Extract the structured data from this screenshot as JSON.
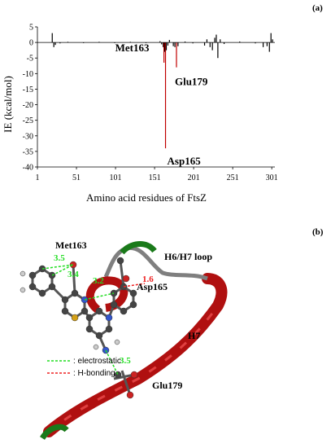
{
  "panels": {
    "a": "(a)",
    "b": "(b)"
  },
  "colors": {
    "positive_bar": "#000000",
    "negative_bar": "#000000",
    "highlight_bar": "#c00000",
    "electrostatic": "#22dd22",
    "hbond": "#ee2222",
    "helix": "#b01010",
    "loop": "#1a7a1a"
  },
  "chart_data": {
    "type": "bar",
    "title": "",
    "xlabel": "Amino acid residues of FtsZ",
    "ylabel": "IE (kcal/mol)",
    "xlim": [
      1,
      305
    ],
    "ylim": [
      -40,
      5
    ],
    "xticks": [
      1,
      51,
      101,
      151,
      201,
      251,
      301
    ],
    "yticks": [
      5,
      0,
      -5,
      -10,
      -15,
      -20,
      -25,
      -30,
      -35,
      -40
    ],
    "residues": [
      20,
      22,
      24,
      30,
      40,
      60,
      80,
      100,
      120,
      140,
      158,
      160,
      162,
      163,
      164,
      165,
      166,
      168,
      170,
      175,
      177,
      179,
      181,
      190,
      200,
      215,
      218,
      222,
      225,
      228,
      230,
      232,
      235,
      240,
      260,
      280,
      290,
      295,
      298,
      300,
      302
    ],
    "values": [
      3.0,
      -1.5,
      -0.8,
      -0.3,
      0.2,
      -0.2,
      0.2,
      -0.2,
      0.2,
      -0.2,
      0.4,
      -0.6,
      -1.5,
      -6.5,
      -3.0,
      -34.0,
      -2.5,
      -1.0,
      0.8,
      -1.2,
      -1.5,
      -8.0,
      -1.2,
      0.3,
      -0.3,
      -1.0,
      1.0,
      -1.5,
      -2.5,
      1.5,
      2.5,
      -5.0,
      1.0,
      -0.5,
      0.3,
      -0.3,
      -1.5,
      -1.2,
      -3.0,
      3.0,
      1.0
    ],
    "highlight": [
      163,
      165,
      179
    ],
    "annotations": [
      {
        "text": "Met163",
        "residue": 163,
        "value": -6.5
      },
      {
        "text": "Glu179",
        "residue": 179,
        "value": -8.0
      },
      {
        "text": "Asp165",
        "residue": 165,
        "value": -34.0
      }
    ]
  },
  "structure": {
    "labels": {
      "met163": "Met163",
      "loop": "H6/H7 loop",
      "asp165": "Asp165",
      "h7": "H7",
      "glu179": "Glu179"
    },
    "distances": {
      "d1": "3.5",
      "d2": "3.4",
      "d3": "3.2",
      "d4": "1.6",
      "d5": "3.5"
    },
    "legend": {
      "electrostatic": ": electrostatic",
      "hbond": ": H-bonding"
    }
  }
}
